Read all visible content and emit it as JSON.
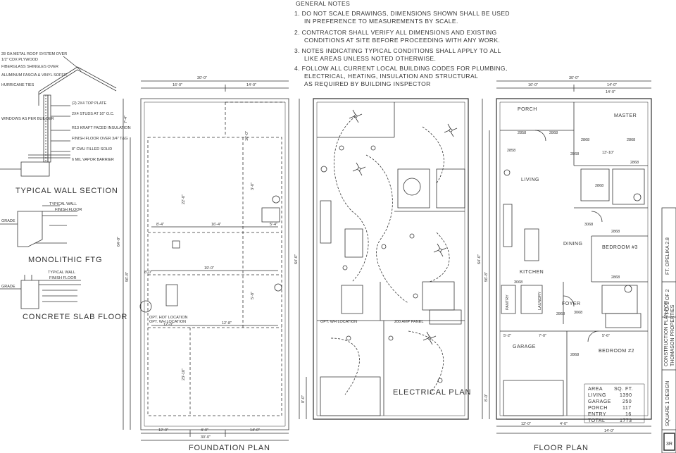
{
  "general_notes": {
    "title": "GENERAL NOTES",
    "items": [
      [
        "1. DO NOT SCALE DRAWINGS, DIMENSIONS SHOWN SHALL BE USED",
        "IN PREFERENCE TO MEASUREMENTS BY SCALE."
      ],
      [
        "2. CONTRACTOR SHALL VERIFY ALL DIMENSIONS AND EXISTING",
        "CONDITIONS AT SITE BEFORE PROCEEDING WITH ANY WORK."
      ],
      [
        "3. NOTES INDICATING TYPICAL CONDITIONS SHALL APPLY TO ALL",
        "LIKE AREAS UNLESS NOTED OTHERWISE."
      ],
      [
        "4. FOLLOW ALL CURRENT LOCAL BUILDING CODES FOR PLUMBING,",
        "ELECTRICAL, HEATING, INSULATION AND STRUCTURAL",
        "AS REQUIRED BY BUILDING INSPECTOR"
      ]
    ]
  },
  "sections": {
    "typical_wall": "TYPICAL WALL SECTION",
    "monolithic": "MONOLITHIC FTG",
    "concrete_slab": "CONCRETE SLAB FLOOR",
    "typical_wall_small": "TYPICAL WALL",
    "finish_floor": "FINISH FLOOR",
    "grade": "GRADE",
    "wall_notes": [
      "28 GA METAL ROOF SYSTEM OVER",
      "1/2\" CDX PLYWOOD",
      "FIBERGLASS SHINGLES OVER",
      "ALUMINUM FASCIA & VINYL SOFFIT",
      "HURRICANE TIES",
      "WINDOWS AS PER BUILDER",
      "(2) 2X4 TOP PLATE",
      "2X4 STUDS AT 16\" O.C.",
      "R13 KRAFT FACED INSULATION",
      "FINISH FLOOR OVER 3/4\" T&G",
      "8\" CMU FILLED SOLID",
      "6 MIL VAPOR BARRIER"
    ]
  },
  "foundation_plan": {
    "label": "FOUNDATION PLAN",
    "dims": [
      "30'-0\"",
      "16'-0\"",
      "14'-0\"",
      "64'-0\"",
      "56'-8\"",
      "12'-0\"",
      "4'-0\"",
      "14'-0\"",
      "30'-0\"",
      "16'-4\"",
      "19'-0\"",
      "12'-8\"",
      "8'-4\"",
      "5'-4\"",
      "8'-0\"",
      "22'-0\"",
      "23'-10\"",
      "16'-0\"",
      "3'-0\"",
      "5'-8\"",
      "7'-4\"",
      "12'-0\""
    ],
    "notes": [
      "OPT. HOT LOCATION",
      "OPT. WH LOCATION"
    ]
  },
  "electrical_plan": {
    "label": "ELECTRICAL PLAN",
    "dims": [
      "64'-0\"",
      "8'-0\""
    ],
    "notes": [
      "200 AMP PANEL",
      "OPT. WH LOCATION"
    ]
  },
  "floor_plan": {
    "label": "FLOOR PLAN",
    "rooms": [
      "PORCH",
      "MASTER",
      "LIVING",
      "DINING",
      "BEDROOM #3",
      "KITCHEN",
      "PANTRY",
      "LAUNDRY",
      "FOYER",
      "GARAGE",
      "BEDROOM #2"
    ],
    "dims": [
      "30'-0\"",
      "16'-0\"",
      "14'-0\"",
      "14'-0\"",
      "13'-10\"",
      "64'-0\"",
      "56'-8\"",
      "12'-0\"",
      "4'-0\"",
      "14'-0\"",
      "5'-2\"",
      "7'-0\"",
      "5'-6\"",
      "8'-0\""
    ],
    "window_tags": [
      "2858",
      "2868",
      "2868",
      "2868",
      "2858",
      "2868",
      "2868",
      "2868",
      "3068",
      "2868",
      "2868",
      "3068",
      "2868",
      "3068",
      "2868"
    ]
  },
  "area_table": {
    "headers": [
      "AREA",
      "SQ. FT."
    ],
    "rows": [
      [
        "LIVING",
        "1390"
      ],
      [
        "GARAGE",
        "250"
      ],
      [
        "PORCH",
        "117"
      ],
      [
        "ENTRY",
        "16"
      ],
      [
        "TOTAL",
        "1773"
      ]
    ]
  },
  "title_block": {
    "designer": "SQUARE 1 DESIGN",
    "project": "CONSTRUCTION PLAN FOR",
    "client": "THOMASON PROPERTIES",
    "location": "FT. OPELIKA 2.8",
    "page": "PG. 2 OF 2",
    "sheet_no": "3R"
  }
}
